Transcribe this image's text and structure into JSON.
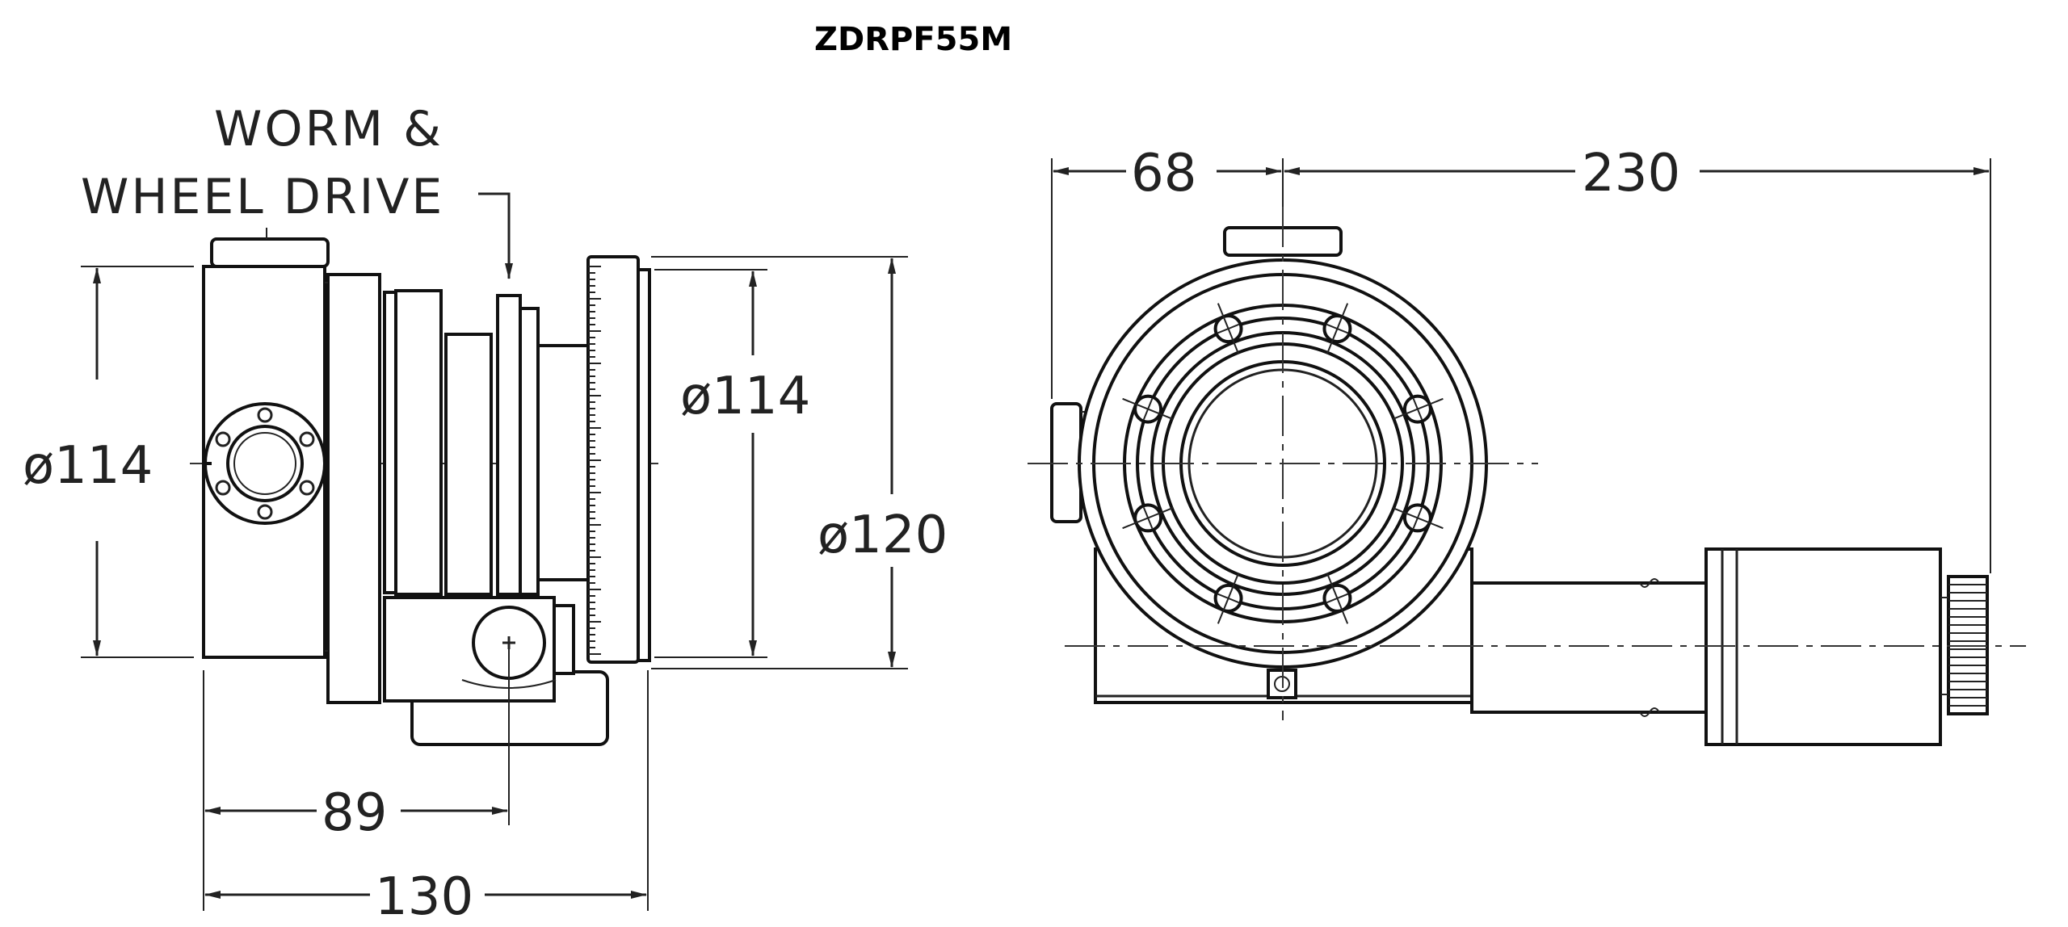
{
  "title": "ZDRPF55M",
  "side_view": {
    "note_line1": "WORM &",
    "note_line2": "WHEEL DRIVE",
    "dim_left_diameter": "ø114",
    "dim_inner_diameter": "ø114",
    "dim_outer_diameter": "ø120",
    "dim_knob_offset": "89",
    "dim_total_length": "130"
  },
  "front_view": {
    "dim_flange_offset": "68",
    "dim_total_width": "230"
  },
  "colors": {
    "line": "#222222",
    "background": "#ffffff"
  }
}
